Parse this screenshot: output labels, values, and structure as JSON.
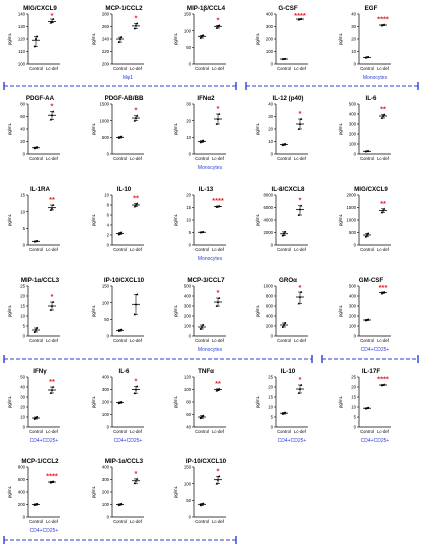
{
  "figure": {
    "dpi_note": ""
  },
  "colors": {
    "axis": "#000000",
    "stars": "#e8202a",
    "group_label": "#2b3fd6",
    "bracket": "#2b3fd6",
    "marker": "#000000"
  },
  "chart_data": [
    {
      "id": "mig-cxcl9-1",
      "type": "scatter",
      "title": "MIG/CXCL9",
      "ylabel": "pg/mL",
      "ylim": [
        100,
        140
      ],
      "yticks": [
        100,
        110,
        120,
        130,
        140
      ],
      "categories": [
        "Control",
        "Lc-def"
      ],
      "points": [
        [
          114,
          120,
          122
        ],
        [
          133,
          134,
          136
        ]
      ],
      "mean": [
        119,
        134
      ],
      "sig": "*"
    },
    {
      "id": "mcp1-ccl2-1",
      "type": "scatter",
      "title": "MCP-1/CCL2",
      "ylabel": "pg/mL",
      "ylim": [
        200,
        280
      ],
      "yticks": [
        200,
        220,
        240,
        260,
        280
      ],
      "categories": [
        "Control",
        "Lc-def"
      ],
      "points": [
        [
          235,
          240,
          243
        ],
        [
          257,
          262,
          265
        ]
      ],
      "mean": [
        240,
        261
      ],
      "sig": "*"
    },
    {
      "id": "mip1b-ccl4-1",
      "type": "scatter",
      "title": "MIP-1β/CCL4",
      "ylabel": "pg/mL",
      "ylim": [
        0,
        150
      ],
      "yticks": [
        0,
        50,
        100,
        150
      ],
      "categories": [
        "Control",
        "Lc-def"
      ],
      "points": [
        [
          78,
          83,
          86
        ],
        [
          108,
          113,
          116
        ]
      ],
      "mean": [
        83,
        113
      ],
      "sig": "*"
    },
    {
      "id": "g-csf",
      "type": "scatter",
      "title": "G-CSF",
      "ylabel": "pg/mL",
      "ylim": [
        0,
        400
      ],
      "yticks": [
        0,
        100,
        200,
        300,
        400
      ],
      "categories": [
        "Control",
        "Lc-def"
      ],
      "points": [
        [
          38,
          40,
          41
        ],
        [
          355,
          360,
          362
        ]
      ],
      "mean": [
        40,
        360
      ],
      "sig": "****"
    },
    {
      "id": "egf",
      "type": "scatter",
      "title": "EGF",
      "ylabel": "pg/mL",
      "ylim": [
        0,
        40
      ],
      "yticks": [
        0,
        10,
        20,
        30,
        40
      ],
      "categories": [
        "Control",
        "Lc-def"
      ],
      "points": [
        [
          5,
          5.4,
          5.6
        ],
        [
          30.8,
          31.3,
          31.5
        ]
      ],
      "mean": [
        5.3,
        31.2
      ],
      "sig": "****"
    },
    {
      "id": "pdgf-aa",
      "type": "scatter",
      "title": "PDGF-AA",
      "ylabel": "pg/mL",
      "ylim": [
        0,
        80
      ],
      "yticks": [
        0,
        20,
        40,
        60,
        80
      ],
      "categories": [
        "Control",
        "Lc-def"
      ],
      "points": [
        [
          9,
          10,
          11
        ],
        [
          55,
          62,
          68
        ]
      ],
      "mean": [
        10,
        62
      ],
      "sig": "*"
    },
    {
      "id": "pdgf-abbb",
      "type": "scatter",
      "title": "PDGF-AB/BB",
      "ylabel": "pg/mL",
      "ylim": [
        0,
        1500
      ],
      "yticks": [
        0,
        500,
        1000,
        1500
      ],
      "categories": [
        "Control",
        "Lc-def"
      ],
      "points": [
        [
          480,
          500,
          520
        ],
        [
          1000,
          1080,
          1150
        ]
      ],
      "mean": [
        500,
        1080
      ],
      "sig": "*"
    },
    {
      "id": "ifna2",
      "type": "scatter",
      "title": "IFNα2",
      "ylabel": "pg/mL",
      "ylim": [
        0,
        30
      ],
      "yticks": [
        0,
        10,
        20,
        30
      ],
      "categories": [
        "Control",
        "Lc-def"
      ],
      "points": [
        [
          7,
          7.5,
          8
        ],
        [
          18,
          21,
          24
        ]
      ],
      "mean": [
        7.5,
        21
      ],
      "sig": "*"
    },
    {
      "id": "il12-p40",
      "type": "scatter",
      "title": "IL-12 (p40)",
      "ylabel": "pg/mL",
      "ylim": [
        0,
        40
      ],
      "yticks": [
        0,
        10,
        20,
        30,
        40
      ],
      "categories": [
        "Control",
        "Lc-def"
      ],
      "points": [
        [
          7,
          7.5,
          8
        ],
        [
          20,
          24,
          28
        ]
      ],
      "mean": [
        7.5,
        24
      ],
      "sig": "*"
    },
    {
      "id": "il6-1",
      "type": "scatter",
      "title": "IL-6",
      "ylabel": "pg/mL",
      "ylim": [
        0,
        500
      ],
      "yticks": [
        0,
        100,
        200,
        300,
        400,
        500
      ],
      "categories": [
        "Control",
        "Lc-def"
      ],
      "points": [
        [
          25,
          27,
          29
        ],
        [
          360,
          380,
          395
        ]
      ],
      "mean": [
        27,
        380
      ],
      "sig": "**"
    },
    {
      "id": "il1ra",
      "type": "scatter",
      "title": "IL-1RA",
      "ylabel": "pg/mL",
      "ylim": [
        0,
        15
      ],
      "yticks": [
        0,
        5,
        10,
        15
      ],
      "categories": [
        "Control",
        "Lc-def"
      ],
      "points": [
        [
          1,
          1.1,
          1.2
        ],
        [
          10.5,
          11,
          12
        ]
      ],
      "mean": [
        1.1,
        11.2
      ],
      "sig": "**"
    },
    {
      "id": "il10-1",
      "type": "scatter",
      "title": "IL-10",
      "ylabel": "pg/mL",
      "ylim": [
        0,
        10
      ],
      "yticks": [
        0,
        2,
        4,
        6,
        8,
        10
      ],
      "categories": [
        "Control",
        "Lc-def"
      ],
      "points": [
        [
          2.1,
          2.3,
          2.5
        ],
        [
          7.7,
          8,
          8.3
        ]
      ],
      "mean": [
        2.3,
        8
      ],
      "sig": "**"
    },
    {
      "id": "il13",
      "type": "scatter",
      "title": "IL-13",
      "ylabel": "pg/mL",
      "ylim": [
        0,
        20
      ],
      "yticks": [
        0,
        5,
        10,
        15,
        20
      ],
      "categories": [
        "Control",
        "Lc-def"
      ],
      "points": [
        [
          5,
          5.1,
          5.2
        ],
        [
          15.2,
          15.4,
          15.6
        ]
      ],
      "mean": [
        5.1,
        15.4
      ],
      "sig": "****"
    },
    {
      "id": "il8-cxcl8",
      "type": "scatter",
      "title": "IL-8/CXCL8",
      "ylabel": "pg/mL",
      "ylim": [
        0,
        8000
      ],
      "yticks": [
        0,
        2000,
        4000,
        6000,
        8000
      ],
      "categories": [
        "Control",
        "Lc-def"
      ],
      "points": [
        [
          1500,
          1800,
          2100
        ],
        [
          4800,
          5700,
          6300
        ]
      ],
      "mean": [
        1800,
        5700
      ],
      "sig": "*"
    },
    {
      "id": "mig-cxcl9-2",
      "type": "scatter",
      "title": "MIG/CXCL9",
      "ylabel": "pg/mL",
      "ylim": [
        0,
        2000
      ],
      "yticks": [
        0,
        500,
        1000,
        1500,
        2000
      ],
      "categories": [
        "Control",
        "Lc-def"
      ],
      "points": [
        [
          330,
          400,
          460
        ],
        [
          1300,
          1380,
          1450
        ]
      ],
      "mean": [
        400,
        1380
      ],
      "sig": "**"
    },
    {
      "id": "mip1a-ccl3-1",
      "type": "scatter",
      "title": "MIP-1α/CCL3",
      "ylabel": "pg/mL",
      "ylim": [
        0,
        25
      ],
      "yticks": [
        0,
        5,
        10,
        15,
        20,
        25
      ],
      "categories": [
        "Control",
        "Lc-def"
      ],
      "points": [
        [
          2,
          3,
          4
        ],
        [
          13,
          15,
          17
        ]
      ],
      "mean": [
        3,
        15
      ],
      "sig": "*"
    },
    {
      "id": "ip10-cxcl10-1",
      "type": "scatter",
      "title": "IP-10/CXCL10",
      "ylabel": "pg/mL",
      "ylim": [
        0,
        150
      ],
      "yticks": [
        0,
        50,
        100,
        150
      ],
      "categories": [
        "Control",
        "Lc-def"
      ],
      "points": [
        [
          15,
          17,
          19
        ],
        [
          65,
          95,
          125
        ]
      ],
      "mean": [
        17,
        95
      ],
      "sig": ""
    },
    {
      "id": "mcp3-ccl7",
      "type": "scatter",
      "title": "MCP-3/CCL7",
      "ylabel": "pg/mL",
      "ylim": [
        0,
        500
      ],
      "yticks": [
        0,
        100,
        200,
        300,
        400,
        500
      ],
      "categories": [
        "Control",
        "Lc-def"
      ],
      "points": [
        [
          70,
          90,
          110
        ],
        [
          300,
          340,
          380
        ]
      ],
      "mean": [
        90,
        340
      ],
      "sig": "*"
    },
    {
      "id": "groa",
      "type": "scatter",
      "title": "GROα",
      "ylabel": "pg/mL",
      "ylim": [
        0,
        1000
      ],
      "yticks": [
        0,
        200,
        400,
        600,
        800,
        1000
      ],
      "categories": [
        "Control",
        "Lc-def"
      ],
      "points": [
        [
          180,
          220,
          260
        ],
        [
          650,
          780,
          880
        ]
      ],
      "mean": [
        220,
        780
      ],
      "sig": "*"
    },
    {
      "id": "gm-csf",
      "type": "scatter",
      "title": "GM-CSF",
      "ylabel": "pg/mL",
      "ylim": [
        0,
        500
      ],
      "yticks": [
        0,
        100,
        200,
        300,
        400,
        500
      ],
      "categories": [
        "Control",
        "Lc-def"
      ],
      "points": [
        [
          155,
          160,
          165
        ],
        [
          425,
          435,
          440
        ]
      ],
      "mean": [
        160,
        435
      ],
      "sig": "***"
    },
    {
      "id": "ifng",
      "type": "scatter",
      "title": "IFNγ",
      "ylabel": "pg/mL",
      "ylim": [
        0,
        50
      ],
      "yticks": [
        0,
        10,
        20,
        30,
        40,
        50
      ],
      "categories": [
        "Control",
        "Lc-def"
      ],
      "points": [
        [
          8,
          9,
          10
        ],
        [
          34,
          37,
          40
        ]
      ],
      "mean": [
        9,
        37
      ],
      "sig": "**"
    },
    {
      "id": "il6-2",
      "type": "scatter",
      "title": "IL-6",
      "ylabel": "pg/mL",
      "ylim": [
        0,
        400
      ],
      "yticks": [
        0,
        100,
        200,
        300,
        400
      ],
      "categories": [
        "Control",
        "Lc-def"
      ],
      "points": [
        [
          190,
          195,
          200
        ],
        [
          270,
          300,
          325
        ]
      ],
      "mean": [
        195,
        300
      ],
      "sig": "*"
    },
    {
      "id": "tnfa",
      "type": "scatter",
      "title": "TNFα",
      "ylabel": "pg/mL",
      "ylim": [
        40,
        120
      ],
      "yticks": [
        40,
        60,
        80,
        100,
        120
      ],
      "categories": [
        "Control",
        "Lc-def"
      ],
      "points": [
        [
          54,
          56,
          58
        ],
        [
          98,
          100,
          101
        ]
      ],
      "mean": [
        56,
        100
      ],
      "sig": "**"
    },
    {
      "id": "il10-2",
      "type": "scatter",
      "title": "IL-10",
      "ylabel": "pg/mL",
      "ylim": [
        0,
        25
      ],
      "yticks": [
        0,
        5,
        10,
        15,
        20,
        25
      ],
      "categories": [
        "Control",
        "Lc-def"
      ],
      "points": [
        [
          6.5,
          6.9,
          7.2
        ],
        [
          17,
          19,
          21
        ]
      ],
      "mean": [
        6.9,
        19
      ],
      "sig": "*"
    },
    {
      "id": "il17f",
      "type": "scatter",
      "title": "IL-17F",
      "ylabel": "pg/mL",
      "ylim": [
        0,
        25
      ],
      "yticks": [
        0,
        5,
        10,
        15,
        20,
        25
      ],
      "categories": [
        "Control",
        "Lc-def"
      ],
      "points": [
        [
          9.2,
          9.4,
          9.6
        ],
        [
          20.8,
          21,
          21.2
        ]
      ],
      "mean": [
        9.4,
        21
      ],
      "sig": "****"
    },
    {
      "id": "mcp1-ccl2-2",
      "type": "scatter",
      "title": "MCP-1/CCL2",
      "ylabel": "pg/mL",
      "ylim": [
        0,
        800
      ],
      "yticks": [
        0,
        200,
        400,
        600,
        800
      ],
      "categories": [
        "Control",
        "Lc-def"
      ],
      "points": [
        [
          190,
          200,
          210
        ],
        [
          550,
          560,
          570
        ]
      ],
      "mean": [
        200,
        560
      ],
      "sig": "****"
    },
    {
      "id": "mip1a-ccl3-2",
      "type": "scatter",
      "title": "MIP-1α/CCL3",
      "ylabel": "pg/mL",
      "ylim": [
        0,
        400
      ],
      "yticks": [
        0,
        100,
        200,
        300,
        400
      ],
      "categories": [
        "Control",
        "Lc-def"
      ],
      "points": [
        [
          95,
          100,
          105
        ],
        [
          270,
          290,
          305
        ]
      ],
      "mean": [
        100,
        290
      ],
      "sig": "*"
    },
    {
      "id": "ip10-cxcl10-2",
      "type": "scatter",
      "title": "IP-10/CXCL10",
      "ylabel": "pg/mL",
      "ylim": [
        0,
        150
      ],
      "yticks": [
        0,
        50,
        100,
        150
      ],
      "categories": [
        "Control",
        "Lc-def"
      ],
      "points": [
        [
          35,
          38,
          40
        ],
        [
          100,
          112,
          122
        ]
      ],
      "mean": [
        38,
        112
      ],
      "sig": "*"
    }
  ],
  "groups": [
    {
      "id": "mo1",
      "label": "Mφ1"
    },
    {
      "id": "mono1",
      "label": "Monocytes"
    },
    {
      "id": "mono2",
      "label": "Monocytes"
    },
    {
      "id": "mono3",
      "label": "Monocytes"
    },
    {
      "id": "mono4",
      "label": "Monocytes"
    },
    {
      "id": "cd4a",
      "label": "CD4+CD25+"
    },
    {
      "id": "cd4b",
      "label": "CD4+CD25+"
    },
    {
      "id": "cd4c",
      "label": "CD4+CD25+"
    }
  ]
}
